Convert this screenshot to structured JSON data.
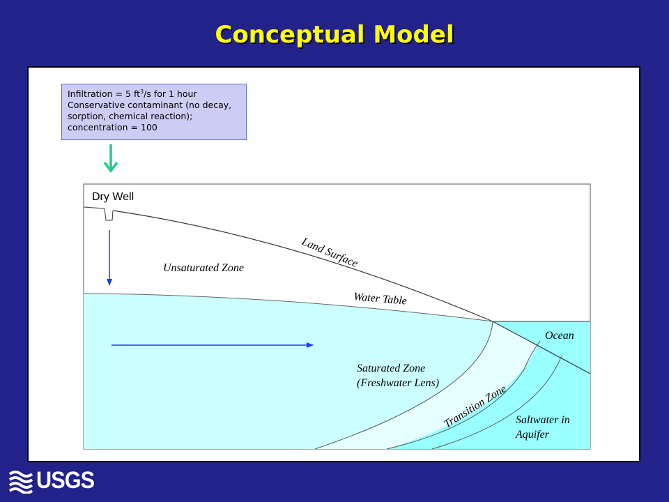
{
  "slide": {
    "title": "Conceptual Model"
  },
  "info_box": {
    "line1_prefix": "Infiltration = 5 ft",
    "line1_sup": "3",
    "line1_suffix": "/s for 1 hour",
    "line2": "Conservative contaminant (no decay,",
    "line3": "sorption, chemical reaction);",
    "line4": "concentration = 100"
  },
  "diagram": {
    "dry_well": "Dry Well",
    "land_surface": "Land Surface",
    "unsaturated_zone": "Unsaturated Zone",
    "water_table": "Water Table",
    "ocean": "Ocean",
    "saturated_zone_line1": "Saturated Zone",
    "saturated_zone_line2": "(Freshwater Lens)",
    "transition_zone": "Transition Zone",
    "saltwater_line1": "Saltwater in",
    "saltwater_line2": "Aquifer"
  },
  "colors": {
    "background": "#22228a",
    "title": "#ffff00",
    "freshwater": "#ccffff",
    "transition": "#e6ffff",
    "saltwater": "#99ffff",
    "flow_arrow": "#1a3cf0",
    "infiltration_arrow": "#1fcc88"
  },
  "logo": {
    "text": "USGS",
    "icon": "usgs-wave-icon"
  }
}
